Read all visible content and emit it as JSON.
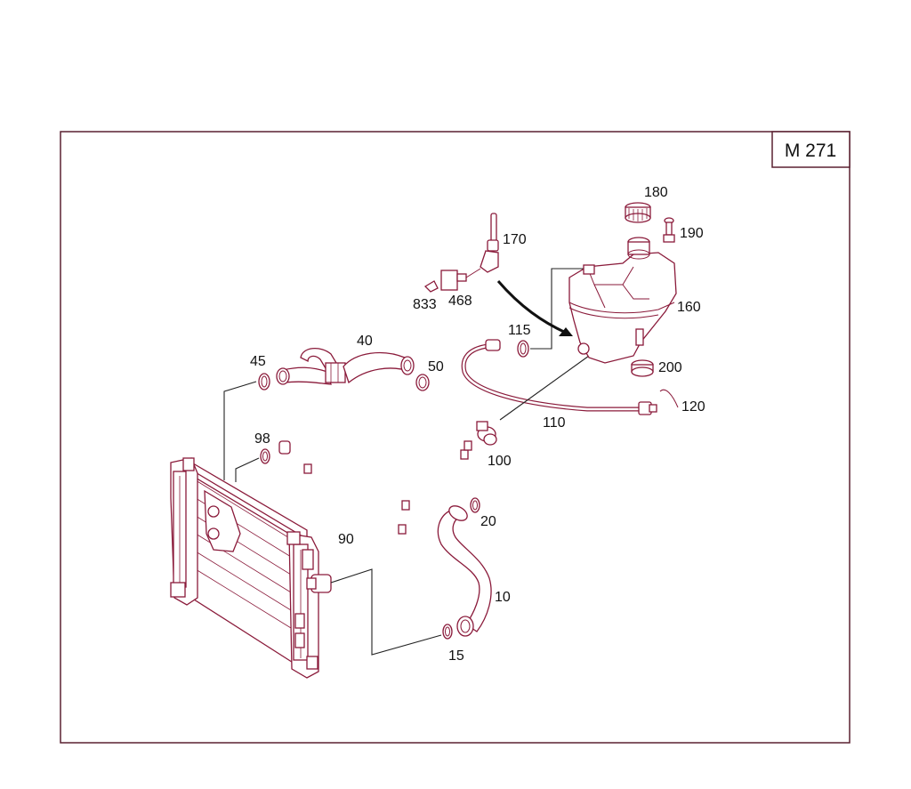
{
  "engine_badge": "M 271",
  "parts": {
    "p10": "10",
    "p15": "15",
    "p20": "20",
    "p40": "40",
    "p45": "45",
    "p50": "50",
    "p90": "90",
    "p98": "98",
    "p100": "100",
    "p110": "110",
    "p115": "115",
    "p120": "120",
    "p160": "160",
    "p170": "170",
    "p180": "180",
    "p190": "190",
    "p200": "200",
    "p468": "468",
    "p833": "833"
  },
  "colors": {
    "part_outline": "#8a1a3a",
    "text": "#111111",
    "frame": "#6a2a3a"
  }
}
